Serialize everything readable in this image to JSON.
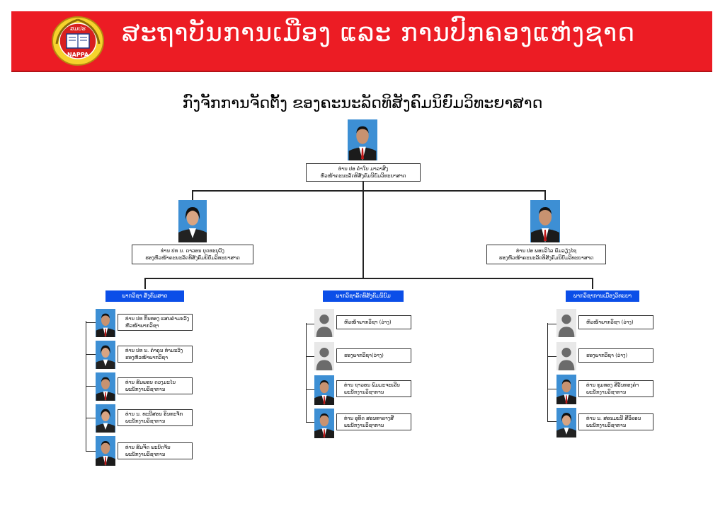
{
  "header": {
    "logo_text_top": "ສມປຮ",
    "logo_text_bottom": "NAPPA",
    "title": "ສະຖາບັນການເມືອງ ແລະ ການປົກຄອງແຫ່ງຊາດ"
  },
  "chart_title": "ກົງຈັກການຈັດຕັ້ງ ຂອງຄະນະລັດທິສັງຄົມນິຍົມວິທະຍາສາດ",
  "head": {
    "name": "ທ່ານ ປອ ຄໍາໃບ ມາລາສີງ",
    "role": "ຫົວໜ້າຄະນະລັດທິສັງຄົມນິຍົມວິທະຍາສາດ"
  },
  "deputies": [
    {
      "name": "ທ່ານ ປທ ນ. ດາວອນ ບຸດທະບຸວົງ",
      "role": "ຮອງຫົວໜ້າຄະນະລັດທິສັງຄົມນິຍົມວິທະຍາສາດ"
    },
    {
      "name": "ທ່ານ ປອ ພອນວິໄລ ພົມວຽງໄຊ",
      "role": "ຮອງຫົວໜ້າຄະນະລັດທິສັງຄົມນິຍົມວິທະຍາສາດ"
    }
  ],
  "departments": [
    {
      "title": "ພາກວິຊາ ສັງຄົມສາດ",
      "members": [
        {
          "name": "ທ່ານ ປທ ກິ່ນທອງ ແສນຄໍາມະວົງ",
          "role": "ຫົວໜ້າພາກວິຊາ"
        },
        {
          "name": "ທ່ານ ປທ ນ. ຄໍາຄູນ ທໍາມະວົງ",
          "role": "ຮອງຫົວໜ້າພາກວິຊາ"
        },
        {
          "name": "ທ່ານ ສົມພອນ ດວງມະໄນ",
          "role": "ພະນັກງານວິຊາການ"
        },
        {
          "name": "ທ່ານ ນ. ທະນີສອນ ອິນທະຈັກ",
          "role": "ພະນັກງານວິຊາການ"
        },
        {
          "name": "ທ່ານ ສົມຈິດ ພະບົດຈັນ",
          "role": "ພະນັກງານວິຊາການ"
        }
      ]
    },
    {
      "title": "ພາກວິຊາລັດທິສັງຄົມນິຍົມວິທະຍາສາດ",
      "members": [
        {
          "name": "",
          "role": "ຫົວໜ້າພາກວິຊາ (ວ່າງ)"
        },
        {
          "name": "",
          "role": "ຮອງພາກວິຊາ(ວ່າງ)"
        },
        {
          "name": "ທ່ານ ຖາວອນ ພົມມະຈະເລີນ",
          "role": "ພະນັກງານວິຊາການ"
        },
        {
          "name": "ທ່ານ ອຸທິດ ສອນທາລາງສີ",
          "role": "ພະນັກງານວິຊາການ"
        }
      ]
    },
    {
      "title": "ພາກວິຊາການເມືອງວິທະຍາ",
      "members": [
        {
          "name": "",
          "role": "ຫົວໜ້າພາກວິຊາ (ວ່າງ)"
        },
        {
          "name": "",
          "role": "ຮອງພາກວິຊາ (ວ່າງ)"
        },
        {
          "name": "ທ່ານ ທຸມທອງ ສີວັນທອງຄໍາ",
          "role": "ພະນັກງານວິຊາການ"
        },
        {
          "name": "ທ່ານ ນ. ສອນມະນີ ສີວິລອນ",
          "role": "ພະນັກງານວິຊາການ"
        }
      ]
    }
  ]
}
